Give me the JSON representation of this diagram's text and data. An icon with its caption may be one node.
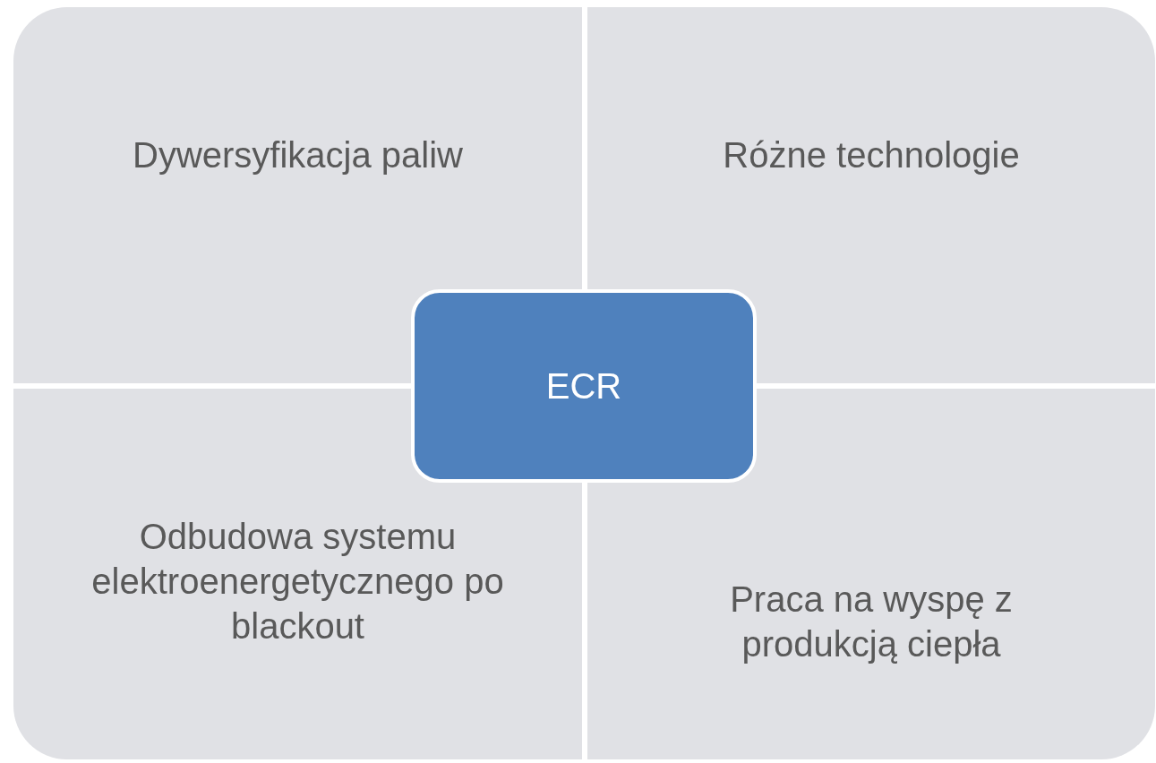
{
  "diagram": {
    "nodes": [
      {
        "text": [
          "Dywersyfikacja paliw"
        ]
      },
      {
        "text": [
          "Różne technologie"
        ]
      },
      {
        "text": [
          "ECR"
        ]
      },
      {
        "text": [
          "Odbudowa systemu elektroenergetycznego po blackout"
        ]
      },
      {
        "text": [
          "Praca na wyspę z produkcją ciepła"
        ]
      }
    ]
  }
}
